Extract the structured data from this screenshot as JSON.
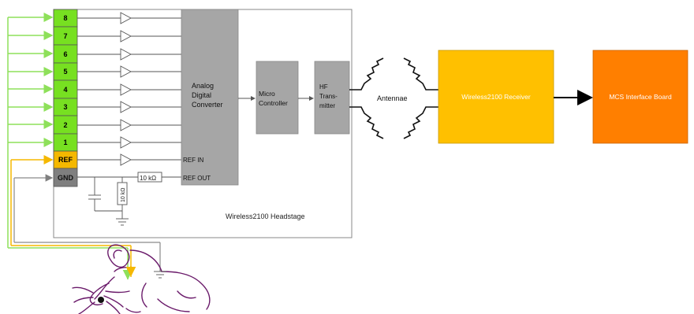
{
  "channels": [
    "8",
    "7",
    "6",
    "5",
    "4",
    "3",
    "2",
    "1"
  ],
  "ref_label": "REF",
  "gnd_label": "GND",
  "adc_label": [
    "Analog",
    "Digital",
    "Converter"
  ],
  "micro_label": [
    "Micro",
    "Controller"
  ],
  "hf_label": [
    "HF",
    "Trans-",
    "mitter"
  ],
  "ref_in_label": "REF IN",
  "ref_out_label": "REF OUT",
  "resistor_series_label": "10 kΩ",
  "resistor_shunt_label": "10 kΩ",
  "headstage_label": "Wireless2100 Headstage",
  "antennae_label": "Antennae",
  "receiver_label": "Wireless2100 Receiver",
  "interface_label": "MCS Interface Board",
  "colors": {
    "channel_green": "#77e021",
    "green_wire": "#8ee05a",
    "ref_orange": "#f5b800",
    "gnd_gray": "#7f7f7f",
    "block_gray": "#a6a6a6",
    "receiver_yellow": "#ffc000",
    "interface_orange": "#ff7f00",
    "mouse_purple": "#6a1a6a"
  },
  "icons": [
    "buffer-amplifier-icon",
    "ground-symbol-icon",
    "capacitor-icon",
    "resistor-icon",
    "mouse-icon",
    "arrow-icon"
  ]
}
